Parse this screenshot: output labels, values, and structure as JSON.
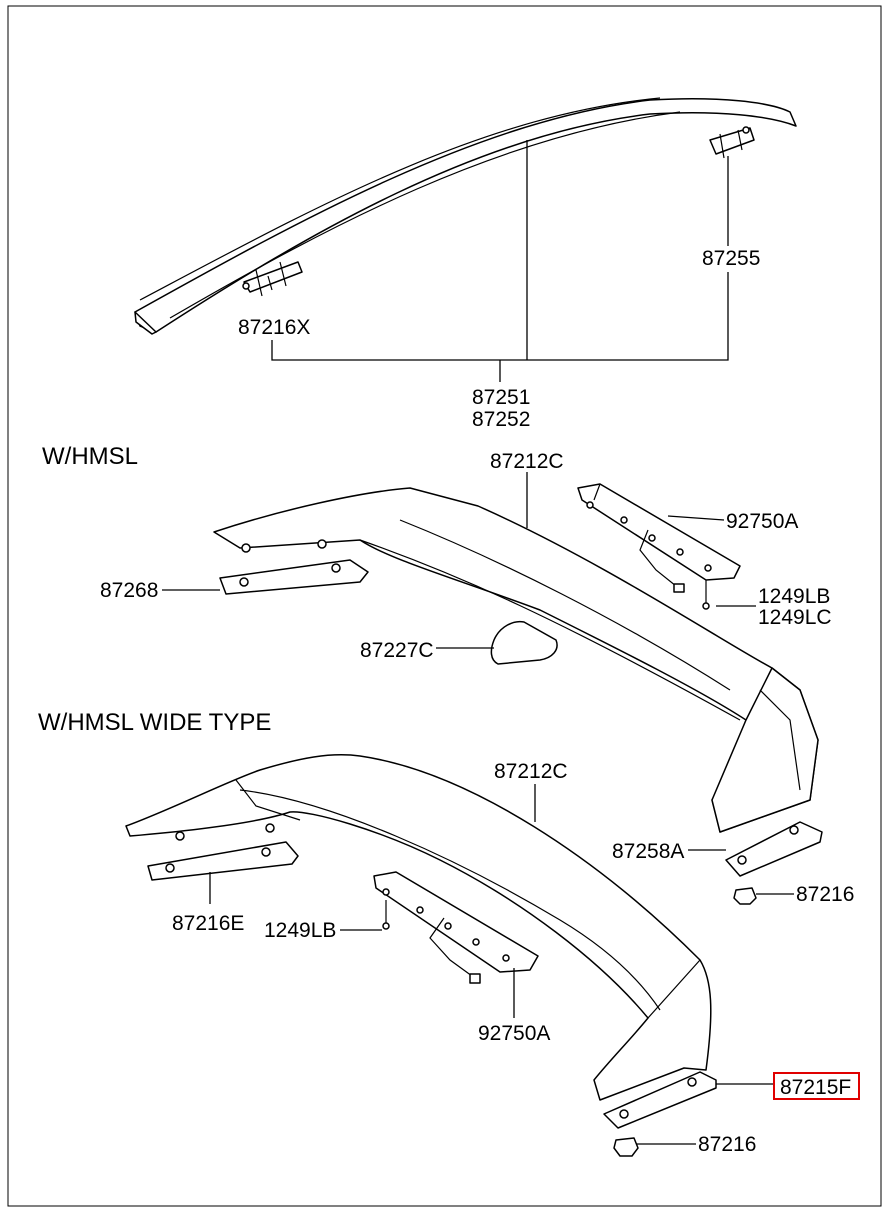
{
  "sections": {
    "hmsl": "W/HMSL",
    "hmsl_wide": "W/HMSL WIDE TYPE"
  },
  "labels": {
    "p87255": "87255",
    "p87216X": "87216X",
    "p87251": "87251",
    "p87252": "87252",
    "p87212C_a": "87212C",
    "p92750A_a": "92750A",
    "p87268": "87268",
    "p1249LB_a": "1249LB",
    "p1249LC": "1249LC",
    "p87227C": "87227C",
    "p87212C_b": "87212C",
    "p87258A": "87258A",
    "p87216_a": "87216",
    "p87216E": "87216E",
    "p1249LB_b": "1249LB",
    "p92750A_b": "92750A",
    "p87215F": "87215F",
    "p87216_b": "87216"
  },
  "highlight": {
    "part": "87215F",
    "color": "#e00000"
  }
}
